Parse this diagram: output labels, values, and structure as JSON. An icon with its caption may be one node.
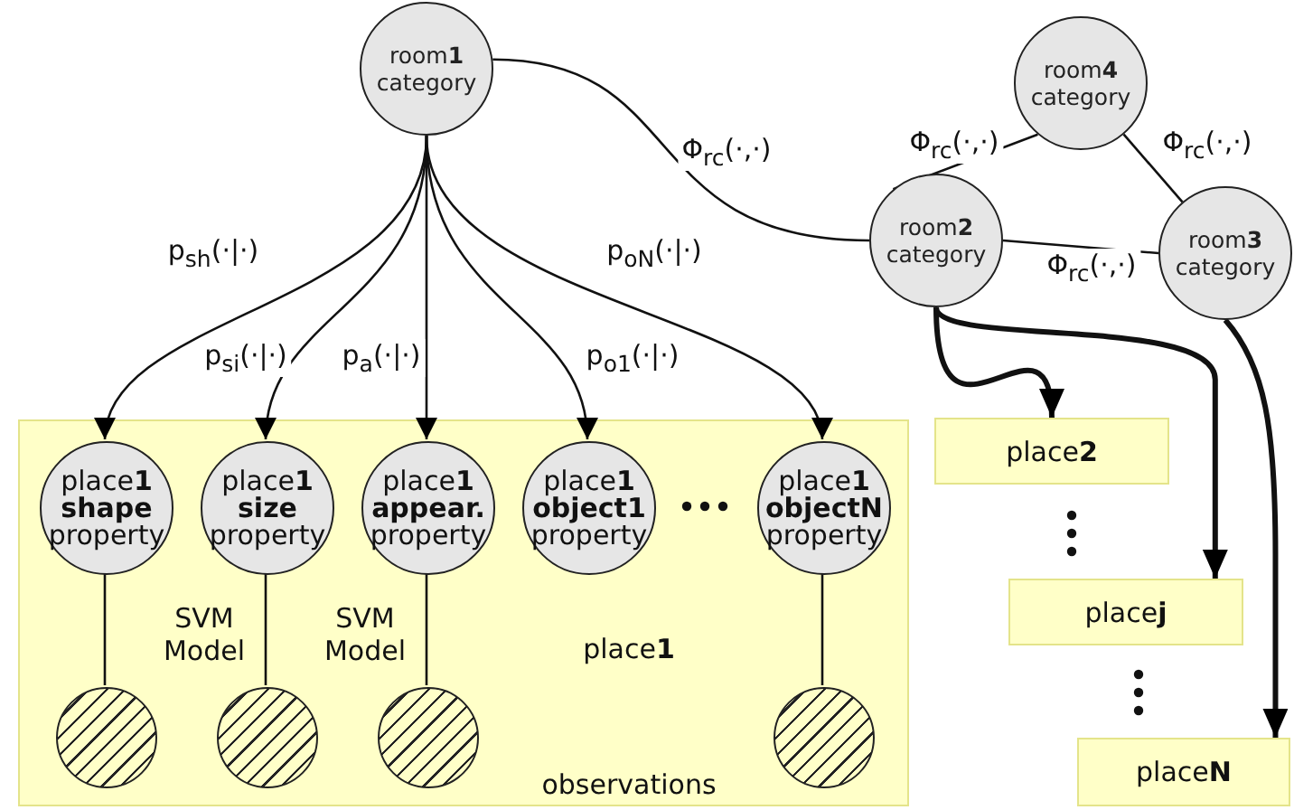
{
  "diagram": {
    "nodes": [
      {
        "text": [
          "room**1** category"
        ]
      },
      {
        "text": [
          "room**4** category"
        ]
      },
      {
        "text": [
          "room**2** category"
        ]
      },
      {
        "text": [
          "room**3** category"
        ]
      },
      {
        "text": [
          "place**1**",
          "observations"
        ]
      },
      {
        "text": [
          "place**1** **shape** property"
        ],
        "in": 4
      },
      {
        "text": [
          "place**1** **size** property"
        ],
        "in": 4
      },
      {
        "text": [
          "place**1** **appear.** property"
        ],
        "in": 4
      },
      {
        "text": [
          "place**1** **object1** property"
        ],
        "in": 4
      },
      {
        "text": [
          "place**1** **objectN** property"
        ],
        "in": 4
      },
      {
        "text": [],
        "shape": "circle",
        "in": 4
      },
      {
        "text": [],
        "shape": "circle",
        "in": 4
      },
      {
        "text": [],
        "shape": "circle",
        "in": 4
      },
      {
        "text": [],
        "shape": "circle",
        "in": 4
      },
      {
        "text": [
          "place**2**"
        ]
      },
      {
        "text": [
          "place**j**"
        ]
      },
      {
        "text": [
          "place**N**"
        ]
      }
    ],
    "edges": [
      {
        "from": 0,
        "to": 5,
        "arrow": "to",
        "label": "p$_{sh}$(·|·)"
      },
      {
        "from": 0,
        "to": 6,
        "arrow": "to",
        "label": "p$_{si}$(·|·)"
      },
      {
        "from": 0,
        "to": 7,
        "arrow": "to",
        "label": "p$_{a}$(·|·)"
      },
      {
        "from": 0,
        "to": 8,
        "arrow": "to",
        "label": "p$_{o1}$(·|·)"
      },
      {
        "from": 0,
        "to": 9,
        "arrow": "to",
        "label": "p$_{oN}$(·|·)"
      },
      {
        "from": 0,
        "to": 2,
        "arrow": "none",
        "label": "Φ$_{rc}$(·,·)"
      },
      {
        "from": 2,
        "to": 1,
        "arrow": "none",
        "label": "Φ$_{rc}$(·,·)"
      },
      {
        "from": 1,
        "to": 3,
        "arrow": "none",
        "label": "Φ$_{rc}$(·,·)"
      },
      {
        "from": 2,
        "to": 3,
        "arrow": "none",
        "label": "Φ$_{rc}$(·,·)"
      },
      {
        "from": 2,
        "to": 14,
        "arrow": "to",
        "style": "thick"
      },
      {
        "from": 2,
        "to": 15,
        "arrow": "to",
        "style": "thick"
      },
      {
        "from": 3,
        "to": 16,
        "arrow": "to",
        "style": "thick"
      },
      {
        "from": 5,
        "to": 10,
        "arrow": "none"
      },
      {
        "from": 6,
        "to": 11,
        "arrow": "none"
      },
      {
        "from": 7,
        "to": 12,
        "arrow": "none"
      },
      {
        "from": 9,
        "to": 13,
        "arrow": "none"
      }
    ],
    "labels": [
      "SVM Model",
      "SVM Model"
    ]
  }
}
